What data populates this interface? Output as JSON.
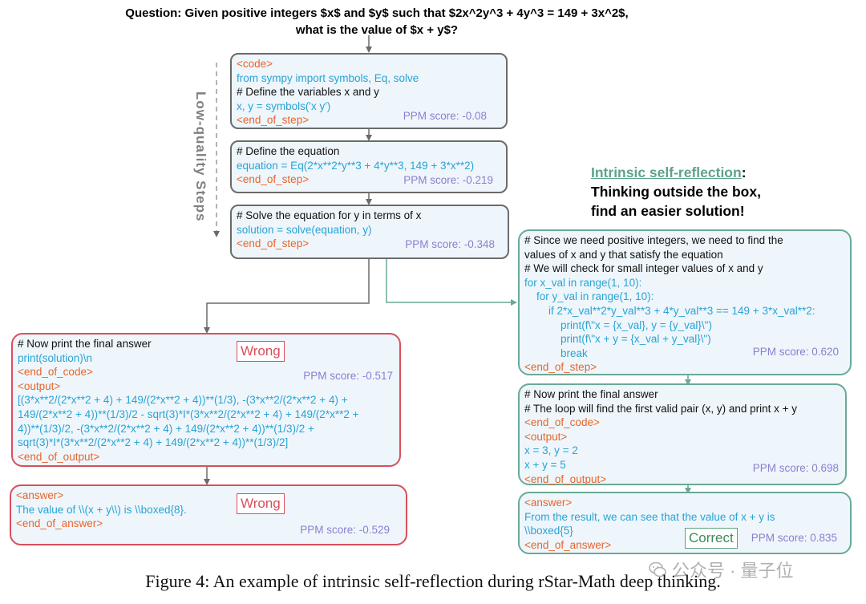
{
  "question": {
    "line1": "Question: Given positive integers $x$ and $y$ such that $2x^2y^3 + 4y^3 = 149 + 3x^2$,",
    "line2": "what is the value of $x + y$?"
  },
  "side_label": "Low-quality Steps",
  "reflection": {
    "highlight": "Intrinsic self-reflection",
    "colon": ":",
    "line2": "Thinking outside the box,",
    "line3": "find an easier solution!"
  },
  "boxes": {
    "step1": {
      "lines": [
        {
          "cls": "tag",
          "text": "<code>"
        },
        {
          "cls": "code",
          "text": "from sympy import symbols, Eq, solve"
        },
        {
          "cls": "cmt",
          "text": "# Define the variables x and y"
        },
        {
          "cls": "code",
          "text": "x, y = symbols('x y')"
        },
        {
          "cls": "tag",
          "text": "<end_of_step>"
        }
      ],
      "score": "PPM score: -0.08"
    },
    "step2": {
      "lines": [
        {
          "cls": "cmt",
          "text": "# Define the equation"
        },
        {
          "cls": "code",
          "text": "equation = Eq(2*x**2*y**3 + 4*y**3, 149 + 3*x**2)"
        },
        {
          "cls": "tag",
          "text": "<end_of_step>"
        }
      ],
      "score": "PPM score: -0.219"
    },
    "step3": {
      "lines": [
        {
          "cls": "cmt",
          "text": "# Solve the equation for y in terms of x"
        },
        {
          "cls": "code",
          "text": "solution = solve(equation, y)"
        },
        {
          "cls": "tag",
          "text": "<end_of_step>"
        }
      ],
      "score": "PPM score: -0.348"
    },
    "wrong1": {
      "lines": [
        {
          "cls": "cmt",
          "text": "# Now print the final answer"
        },
        {
          "cls": "code",
          "text": "print(solution)\\n"
        },
        {
          "cls": "tag",
          "text": "<end_of_code>"
        },
        {
          "cls": "tag",
          "text": "<output>"
        },
        {
          "cls": "code",
          "text": "[(3*x**2/(2*x**2 + 4) + 149/(2*x**2 + 4))**(1/3), -(3*x**2/(2*x**2 + 4) +"
        },
        {
          "cls": "code",
          "text": "149/(2*x**2 + 4))**(1/3)/2 - sqrt(3)*I*(3*x**2/(2*x**2 + 4) + 149/(2*x**2 +"
        },
        {
          "cls": "code",
          "text": "4))**(1/3)/2, -(3*x**2/(2*x**2 + 4) + 149/(2*x**2 + 4))**(1/3)/2 +"
        },
        {
          "cls": "code",
          "text": "sqrt(3)*I*(3*x**2/(2*x**2 + 4) + 149/(2*x**2 + 4))**(1/3)/2]"
        },
        {
          "cls": "tag",
          "text": "<end_of_output>"
        }
      ],
      "score": "PPM score: -0.517",
      "badge": "Wrong"
    },
    "wrong2": {
      "lines": [
        {
          "cls": "tag",
          "text": "<answer>"
        },
        {
          "cls": "code",
          "text": "The value of \\\\(x + y\\\\) is \\\\boxed{8}."
        },
        {
          "cls": "tag",
          "text": "<end_of_answer>"
        }
      ],
      "score": "PPM score: -0.529",
      "badge": "Wrong"
    },
    "reflect1": {
      "lines": [
        {
          "cls": "cmt",
          "text": "# Since we need positive integers, we need to find the"
        },
        {
          "cls": "cmt",
          "text": "values of x and y that satisfy the equation"
        },
        {
          "cls": "cmt",
          "text": "# We will check for small integer values of x and y"
        },
        {
          "cls": "code",
          "text": "for x_val in range(1, 10):"
        },
        {
          "cls": "code",
          "text": "    for y_val in range(1, 10):"
        },
        {
          "cls": "code",
          "text": "        if 2*x_val**2*y_val**3 + 4*y_val**3 == 149 + 3*x_val**2:"
        },
        {
          "cls": "code",
          "text": "            print(f\\\"x = {x_val}, y = {y_val}\\\")"
        },
        {
          "cls": "code",
          "text": "            print(f\\\"x + y = {x_val + y_val}\\\")"
        },
        {
          "cls": "code",
          "text": "            break"
        },
        {
          "cls": "tag",
          "text": "<end_of_step>"
        }
      ],
      "score": "PPM score: 0.620"
    },
    "reflect2": {
      "lines": [
        {
          "cls": "cmt",
          "text": "# Now print the final answer"
        },
        {
          "cls": "cmt",
          "text": "# The loop will find the first valid pair (x, y) and print x + y"
        },
        {
          "cls": "tag",
          "text": "<end_of_code>"
        },
        {
          "cls": "tag",
          "text": "<output>"
        },
        {
          "cls": "code",
          "text": "x = 3, y = 2"
        },
        {
          "cls": "code",
          "text": "x + y = 5"
        },
        {
          "cls": "tag",
          "text": "<end_of_output>"
        }
      ],
      "score": "PPM score: 0.698"
    },
    "reflect3": {
      "lines": [
        {
          "cls": "tag",
          "text": "<answer>"
        },
        {
          "cls": "code",
          "text": "From the result, we can see that the value of x + y is"
        },
        {
          "cls": "code",
          "text": "\\\\boxed{5}"
        },
        {
          "cls": "tag",
          "text": "<end_of_answer>"
        }
      ],
      "score": "PPM score: 0.835",
      "badge": "Correct"
    }
  },
  "caption": "Figure 4: An example of intrinsic self-reflection during rStar-Math deep thinking.",
  "watermark": "公众号 · 量子位"
}
